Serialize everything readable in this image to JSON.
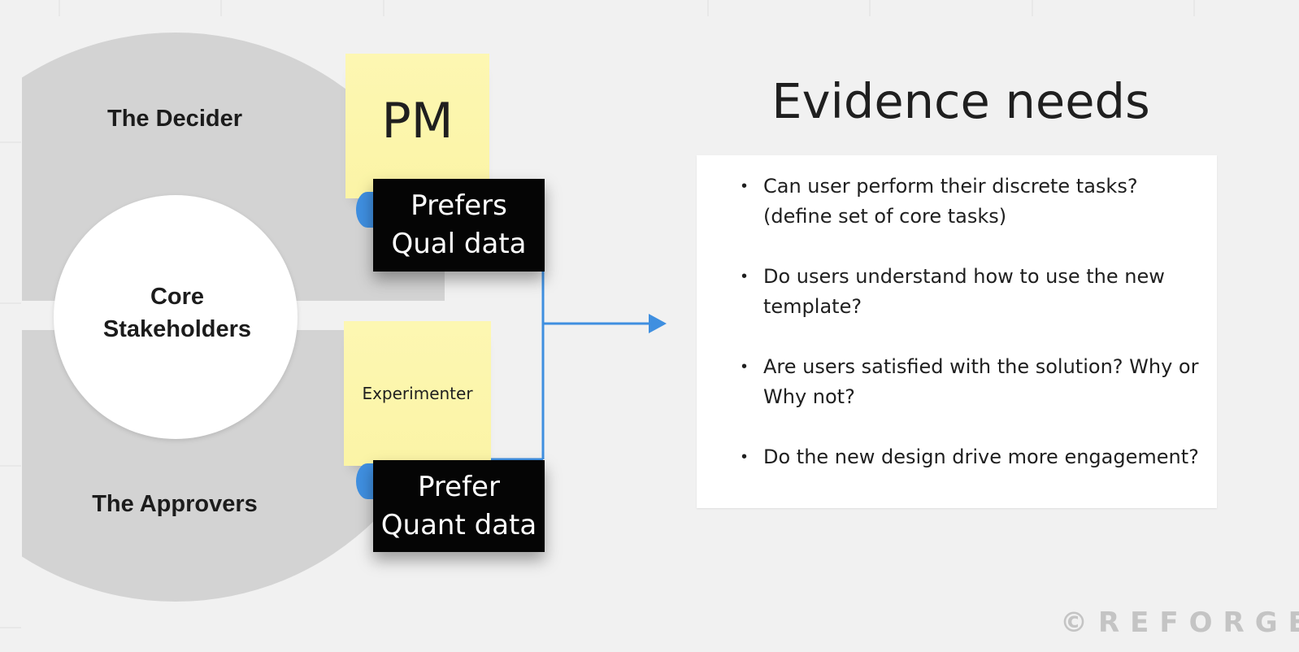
{
  "diagram": {
    "decider_label": "The Decider",
    "approvers_label": "The Approvers",
    "core_label_line1": "Core",
    "core_label_line2": "Stakeholders",
    "pm_sticky": "PM",
    "experimenter_sticky": "Experimenter",
    "qual_card_line1": "Prefers",
    "qual_card_line2": "Qual data",
    "quant_card_line1": "Prefer",
    "quant_card_line2": "Quant data"
  },
  "evidence": {
    "title": "Evidence needs",
    "bullets": [
      "Can user perform their discrete tasks? (define set of core tasks)",
      "Do users understand how to use the new template?",
      "Are users satisfied with the solution? Why or Why not?",
      "Do the new design drive more engagement?"
    ]
  },
  "brand": "©REFORGE",
  "colors": {
    "background": "#f1f1f1",
    "circle_gray": "#d3d3d3",
    "sticky_yellow": "#fdf7ae",
    "connector_blue": "#3f8fe0",
    "card_black": "#050505"
  }
}
